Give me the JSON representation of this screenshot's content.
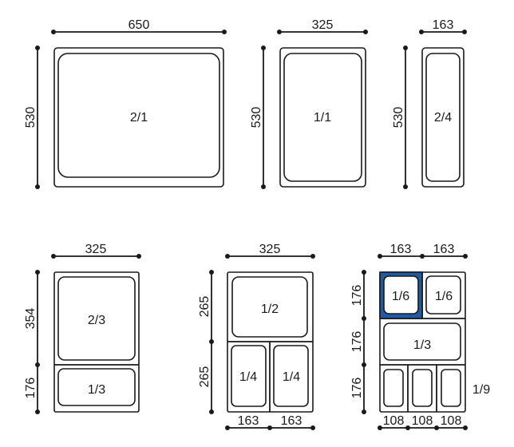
{
  "colors": {
    "highlight": "#1f5aa6",
    "stroke": "#1a1a1a",
    "background": "#ffffff"
  },
  "pans": {
    "p21": {
      "label": "2/1",
      "w": "650",
      "h": "530"
    },
    "p11": {
      "label": "1/1",
      "w": "325",
      "h": "530"
    },
    "p24": {
      "label": "2/4",
      "w": "163",
      "h": "530"
    },
    "p23": {
      "label": "2/3",
      "w": "325",
      "h": "354"
    },
    "p13": {
      "label": "1/3",
      "h": "176"
    },
    "p12": {
      "label": "1/2",
      "w": "325",
      "h": "265"
    },
    "p14": {
      "label": "1/4",
      "h": "265",
      "w": "163"
    },
    "p16": {
      "label": "1/6",
      "w": "163",
      "h": "176"
    },
    "p13b": {
      "label": "1/3",
      "h": "176"
    },
    "p19": {
      "label": "1/9",
      "w": "108",
      "h": "176"
    }
  }
}
